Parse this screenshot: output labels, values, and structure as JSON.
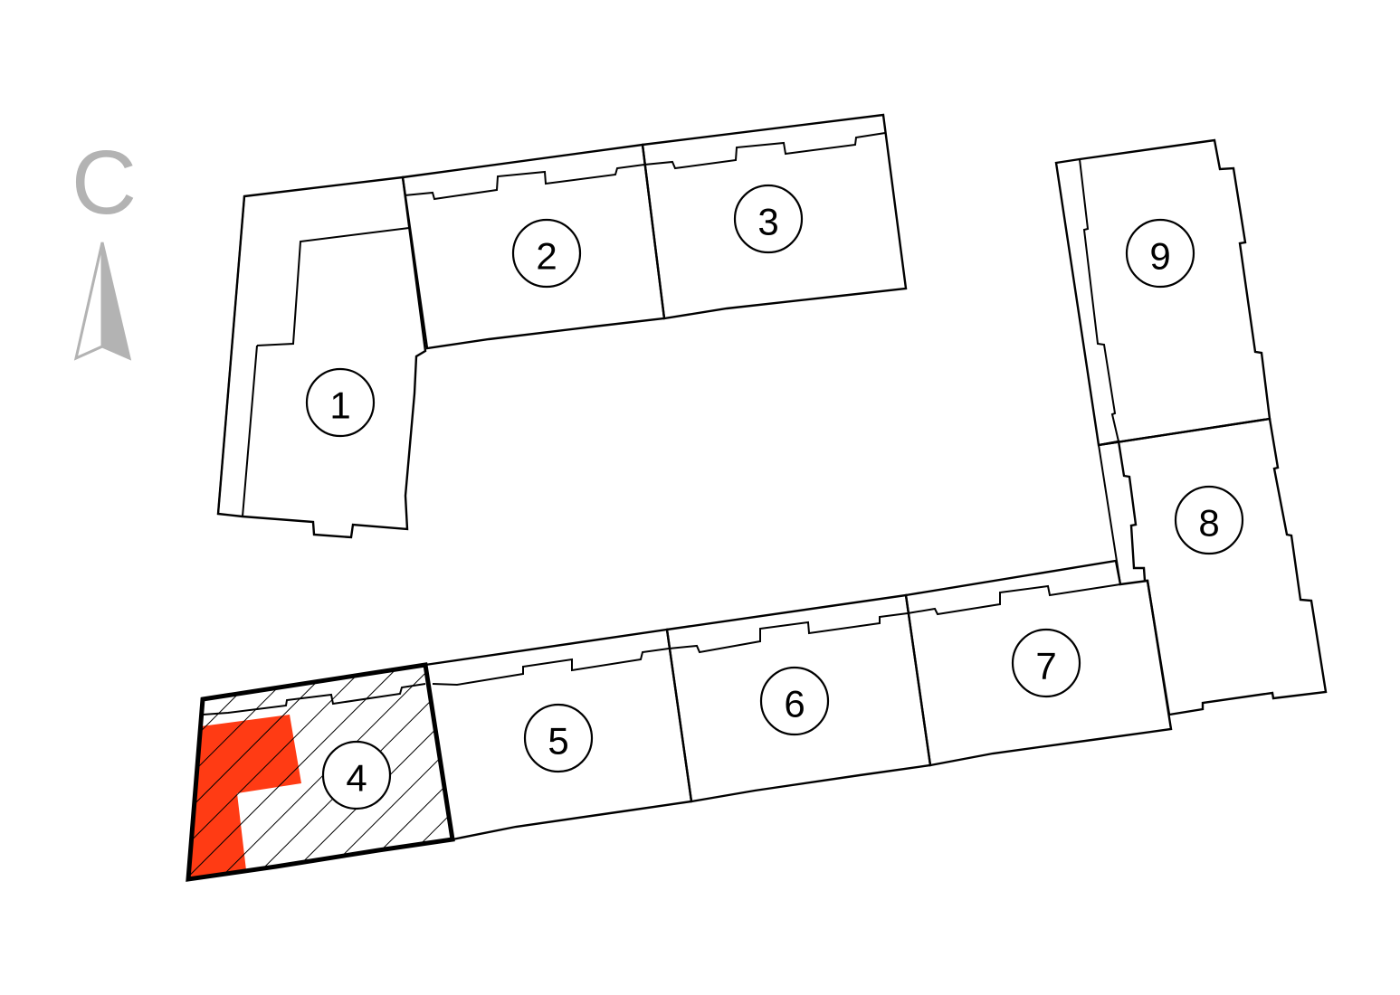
{
  "compass": {
    "letter": "С",
    "color": "#b3b3b3"
  },
  "colors": {
    "highlight": "#ff3b14",
    "line": "#000000"
  },
  "sections": [
    {
      "label": "1",
      "selected": false
    },
    {
      "label": "2",
      "selected": false
    },
    {
      "label": "3",
      "selected": false
    },
    {
      "label": "4",
      "selected": true
    },
    {
      "label": "5",
      "selected": false
    },
    {
      "label": "6",
      "selected": false
    },
    {
      "label": "7",
      "selected": false
    },
    {
      "label": "8",
      "selected": false
    },
    {
      "label": "9",
      "selected": false
    }
  ]
}
